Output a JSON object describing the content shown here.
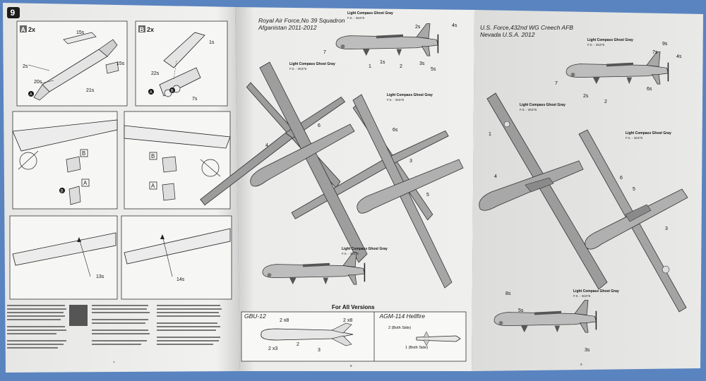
{
  "page1": {
    "step_number": "9",
    "panel_a": {
      "letter": "A",
      "count": "2x"
    },
    "panel_b": {
      "letter": "B",
      "count": "2x"
    },
    "part_numbers_a": [
      "15s",
      "15s",
      "2s",
      "20s",
      "21s"
    ],
    "part_numbers_b": [
      "1s",
      "22s",
      "7s"
    ],
    "markers": [
      "A",
      "B"
    ],
    "page_number": "7"
  },
  "page2": {
    "title_line1": "Royal Air Force,No 39 Squadron",
    "title_line2": "Afganistan 2011-2012",
    "paint_name": "Light Compass Ghost Gray",
    "paint_code": "F.S. - 36375",
    "callouts": [
      "7",
      "1",
      "1s",
      "2",
      "2s",
      "3s",
      "5s",
      "4s",
      "5",
      "6",
      "6s",
      "4",
      "3"
    ],
    "for_all_versions": "For All Versions",
    "gbu_title": "GBU-12",
    "gbu_labels": [
      "2 x8",
      "2 x8",
      "2 x3",
      "2",
      "3"
    ],
    "hellfire_title": "AGM-114 Hellfire",
    "hellfire_labels": [
      "2 (Both Side)",
      "1 (Both Side)"
    ],
    "page_number": "8"
  },
  "page3": {
    "title_line1": "U.S. Force,432nd WG Creech AFB",
    "title_line2": "Nevada U.S.A. 2012",
    "paint_name": "Light Compass Ghost Gray",
    "paint_code": "F.S. - 36375",
    "callouts": [
      "9s",
      "7s",
      "4s",
      "6s",
      "2s",
      "2",
      "7",
      "1",
      "4",
      "5",
      "6",
      "3",
      "8s",
      "5s",
      "3s"
    ],
    "page_number": "9"
  },
  "colors": {
    "background": "#5a84c0",
    "paper": "#eeeeee",
    "aircraft_gray": "#9c9c9c",
    "step_badge": "#1b1b1b"
  }
}
